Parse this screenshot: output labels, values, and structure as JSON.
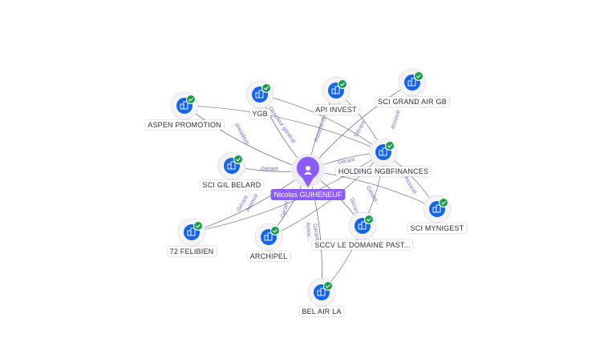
{
  "center": {
    "name": "Nicolas GUIHENEUF",
    "icon": "person-icon",
    "color": "#8b5cf6"
  },
  "nodes": [
    {
      "id": "aspen",
      "label": "ASPEN PROMOTION",
      "icon": "building-icon",
      "status": "verified-check"
    },
    {
      "id": "ygb",
      "label": "YGB",
      "icon": "building-icon",
      "status": "verified-check"
    },
    {
      "id": "api",
      "label": "API INVEST",
      "icon": "building-icon",
      "status": "verified-check"
    },
    {
      "id": "scigrand",
      "label": "SCI GRAND AIR GB",
      "icon": "building-icon",
      "status": "verified-check"
    },
    {
      "id": "holding",
      "label": "HOLDING NGBFINANCES",
      "icon": "building-icon",
      "status": "verified-check"
    },
    {
      "id": "gilbelard",
      "label": "SCI GIL BELARD",
      "icon": "building-icon",
      "status": "verified-check"
    },
    {
      "id": "mynigest",
      "label": "SCI MYNIGEST",
      "icon": "building-icon",
      "status": "verified-check"
    },
    {
      "id": "felibien",
      "label": "72 FELIBIEN",
      "icon": "building-icon",
      "status": "verified-check"
    },
    {
      "id": "archipel",
      "label": "ARCHIPEL",
      "icon": "building-icon",
      "status": "verified-check"
    },
    {
      "id": "sccv",
      "label": "SCCV LE DOMAINE PAST...",
      "icon": "building-icon",
      "status": "verified-check"
    },
    {
      "id": "belair",
      "label": "BEL AIR LA",
      "icon": "building-icon",
      "status": "verified-check"
    }
  ],
  "edge_labels": {
    "president": "president",
    "direct_general": "Directeur général",
    "associe_gerant": "Associé-G...",
    "gerant_api": "Gérant",
    "associe_grand": "Associé",
    "gerant_gil": "Gérant",
    "gerant_holding": "Gérant",
    "gerant_felibien": "Gérant",
    "associe_felibien": "Associé",
    "gerant_archipel": "Gérant",
    "gerant_sccv": "Gérant",
    "gerant_belair": "Gérant",
    "associe_belair": "Assoc...",
    "associe_mynigest": "Associé",
    "gerant_mynigest": "Gérant"
  },
  "colors": {
    "edge": "#6f7787",
    "edge_label": "#7a64d8",
    "node_icon": "#1565e6",
    "check": "#1a9e4b"
  }
}
